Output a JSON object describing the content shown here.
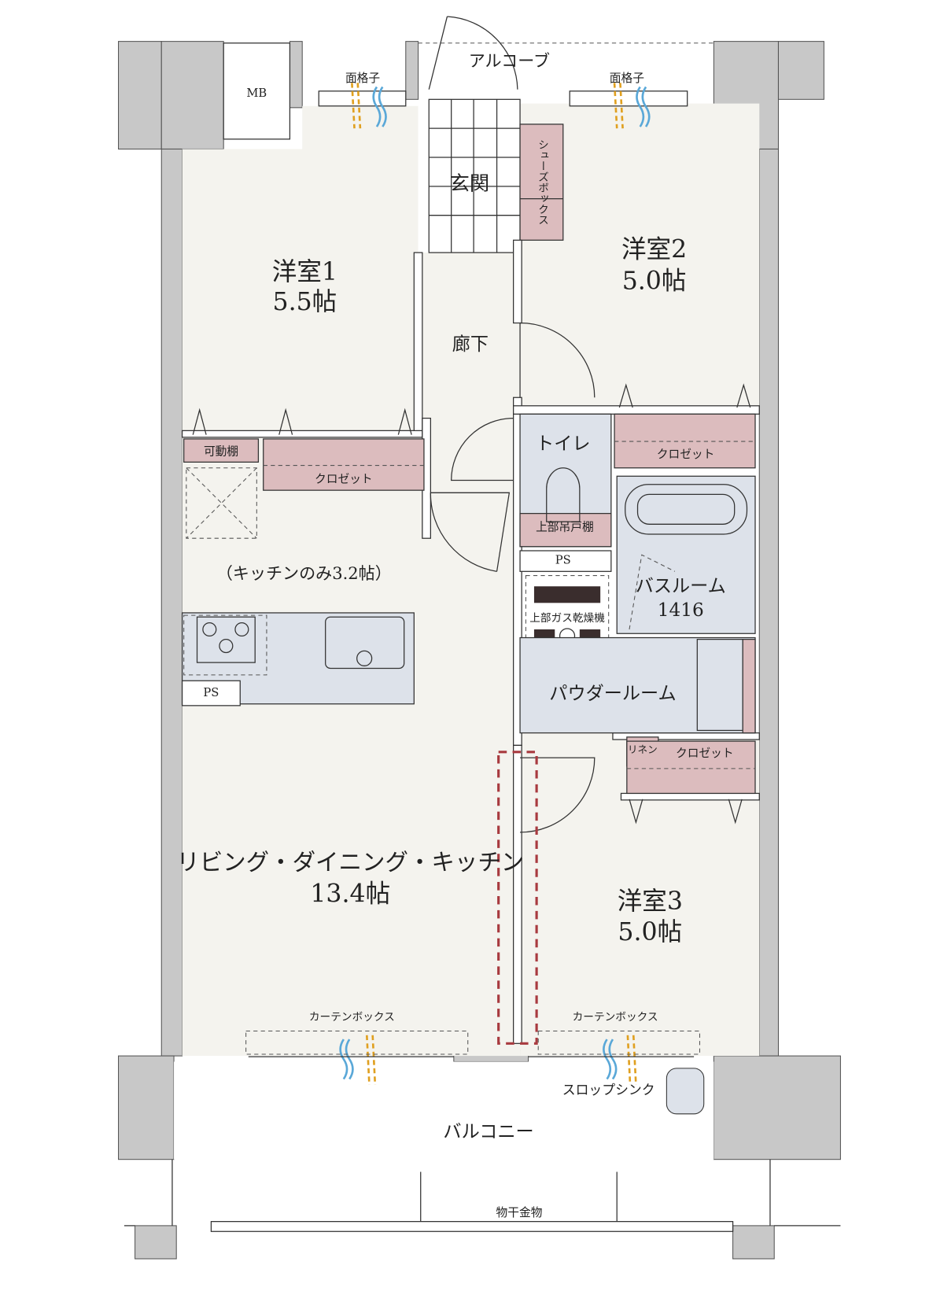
{
  "colors": {
    "wall": "#c8c8c8",
    "floor": "#f4f3ee",
    "wet_area": "#dde2ea",
    "storage": "#dcbcbe",
    "accent_dashed": "#a83a3f",
    "air_flow": "#5aa8d8",
    "light_flow": "#e0a020"
  },
  "labels": {
    "alcove": "アルコーブ",
    "lattice_left": "面格子",
    "lattice_right": "面格子",
    "mb": "MB",
    "entrance": "玄関",
    "shoe_box": "シューズボックス",
    "room1_name": "洋室1",
    "room1_size": "5.5帖",
    "room2_name": "洋室2",
    "room2_size": "5.0帖",
    "hallway": "廊下",
    "toilet": "トイレ",
    "closet_room2": "クロゼット",
    "movable_shelf": "可動棚",
    "closet_room1": "クロゼット",
    "toilet_cabinet": "上部吊戸棚",
    "ps_toilet": "PS",
    "bathroom": "バスルーム",
    "bathroom_size": "1416",
    "gas_dryer": "上部ガス乾燥機",
    "kitchen_only": "（キッチンのみ3.2帖）",
    "ps_kitchen": "PS",
    "powder_room": "パウダールーム",
    "linen": "リネン",
    "closet_room3": "クロゼット",
    "ldk_name": "リビング・ダイニング・キッチン",
    "ldk_size": "13.4帖",
    "room3_name": "洋室3",
    "room3_size": "5.0帖",
    "curtain_box_left": "カーテンボックス",
    "curtain_box_right": "カーテンボックス",
    "slop_sink": "スロップシンク",
    "balcony": "バルコニー",
    "clothes_hanger": "物干金物"
  }
}
